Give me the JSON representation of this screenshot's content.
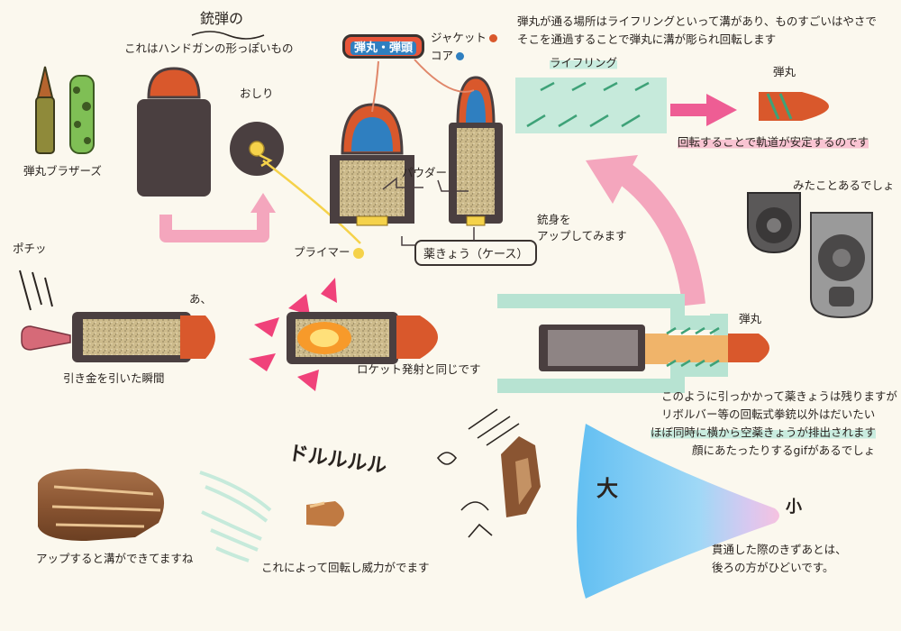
{
  "title": "銃弾の",
  "subtitle": "これはハンドガンの形っぽいもの",
  "labels": {
    "brothers": "弾丸ブラザーズ",
    "oshiri": "おしり",
    "bullet_head": "弾丸・弾頭",
    "jacket": "ジャケット",
    "core": "コア",
    "powder": "パウダー",
    "primer": "プライマー",
    "case": "薬きょう（ケース）",
    "pochi": "ポチッ",
    "a": "あ、",
    "trigger": "引き金を引いた瞬間",
    "rocket": "ロケット発射と同じです",
    "rifling_note_1": "弾丸が通る場所はライフリングといって溝があり、ものすごいはやさで",
    "rifling_note_2": "そこを通過することで弾丸に溝が彫られ回転します",
    "rifling": "ライフリング",
    "bullet_tag": "弾丸",
    "stable": "回転することで軌道が安定するのです",
    "barrel_1": "銃身を",
    "barrel_2": "アップしてみます",
    "seen": "みたことあるでしょ",
    "bullet_tag2": "弾丸",
    "case_note_1": "このように引っかかって薬きょうは残りますが",
    "case_note_2": "リボルバー等の回転式拳銃以外はだいたい",
    "case_note_3": "ほぼ同時に横から空薬きょうが排出されます",
    "case_note_4": "顔にあたったりするgifがあるでしょ",
    "groove": "アップすると溝ができてますね",
    "dorururu": "ドルルルル",
    "spin": "これによって回転し威力がでます",
    "dai": "大",
    "sho": "小",
    "wound_1": "貫通した際のきずあとは、",
    "wound_2": "後ろの方がひどいです。"
  },
  "colors": {
    "bullet_orange": "#d9582c",
    "core_blue": "#2f7fc0",
    "case_gray": "#4a3f40",
    "powder": "#c8b68a",
    "primer_yellow": "#f5d24a",
    "rifling_green": "#c6eadb",
    "arrow_pink": "#f4a6bd",
    "pink_strong": "#ee5d94",
    "wound_blue": "#7cc6f0",
    "background": "#fbf8ee"
  }
}
